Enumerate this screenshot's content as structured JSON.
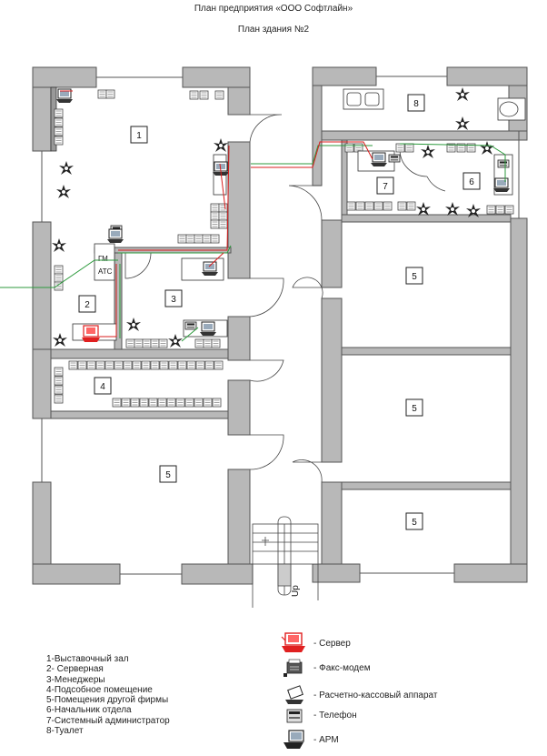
{
  "header": {
    "title": "План предприятия «ООО Софтлайн»",
    "subtitle": "План здания №2"
  },
  "rooms": [
    {
      "number": "1"
    },
    {
      "number": "2"
    },
    {
      "number": "3"
    },
    {
      "number": "4"
    },
    {
      "number": "5"
    },
    {
      "number": "5"
    },
    {
      "number": "5"
    },
    {
      "number": "5"
    },
    {
      "number": "6"
    },
    {
      "number": "7"
    },
    {
      "number": "8"
    }
  ],
  "equipment_labels": {
    "modem": "ГМ",
    "ats": "АТС"
  },
  "stairs_label": "Up",
  "room_legend": [
    "1-Выставочный зал",
    "2- Серверная",
    "3-Менеджеры",
    "4-Подсобное помещение",
    "5-Помещения другой фирмы",
    "6-Начальник отдела",
    "7-Системный администратор",
    "8-Туалет"
  ],
  "symbol_legend": [
    {
      "icon": "server-icon",
      "label": "- Сервер"
    },
    {
      "icon": "fax-modem-icon",
      "label": "- Факс-модем"
    },
    {
      "icon": "cash-register-icon",
      "label": "- Расчетно-кассовый аппарат"
    },
    {
      "icon": "phone-icon",
      "label": "- Телефон"
    },
    {
      "icon": "workstation-icon",
      "label": "- АРМ"
    }
  ],
  "colors": {
    "wall": "#b8b8b8",
    "wall_dark": "#909090",
    "cable_red": "#d81c1c",
    "cable_green": "#2c9a3c",
    "server": "#e02020"
  }
}
